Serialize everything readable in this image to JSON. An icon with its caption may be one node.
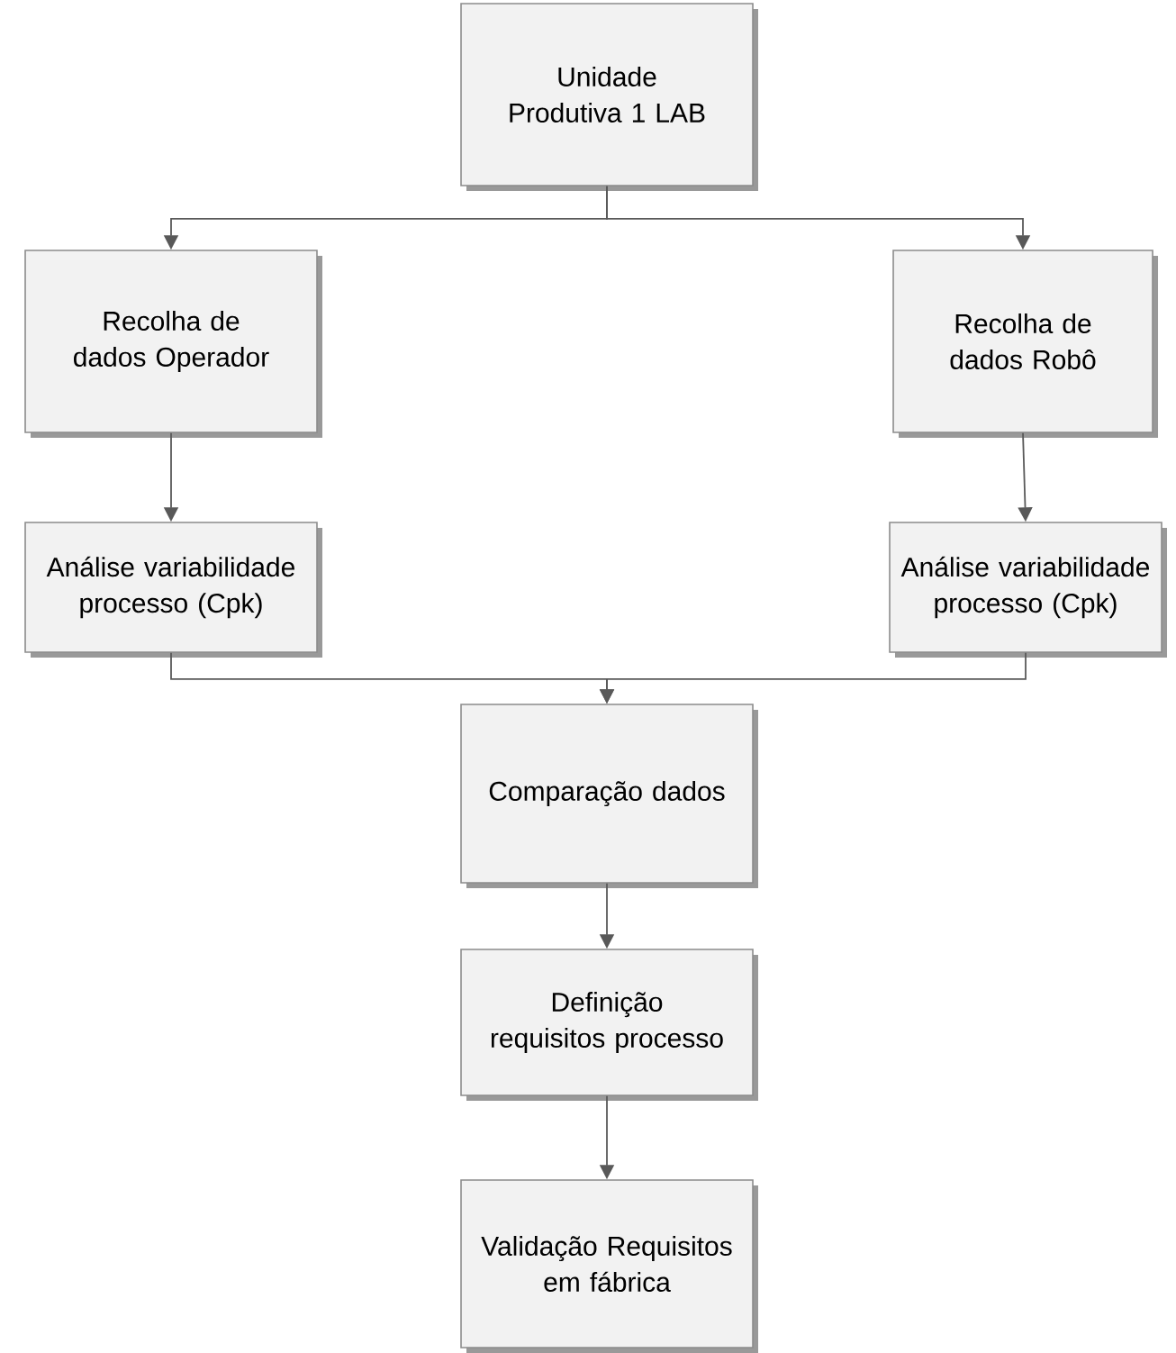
{
  "diagram": {
    "nodes": [
      {
        "text": [
          "Unidade Produtiva 1 LAB"
        ]
      },
      {
        "text": [
          "Recolha de dados Operador"
        ]
      },
      {
        "text": [
          "Recolha de dados Robô"
        ]
      },
      {
        "text": [
          "Análise variabilidade processo (Cpk)"
        ]
      },
      {
        "text": [
          "Análise variabilidade processo (Cpk)"
        ]
      },
      {
        "text": [
          "Comparação dados"
        ]
      },
      {
        "text": [
          "Definição requisitos processo"
        ]
      },
      {
        "text": [
          "Validação Requisitos em fábrica"
        ]
      }
    ],
    "edges": [
      {
        "from": 0,
        "to": 1,
        "arrow": "to"
      },
      {
        "from": 0,
        "to": 2,
        "arrow": "to"
      },
      {
        "from": 1,
        "to": 3,
        "arrow": "to"
      },
      {
        "from": 2,
        "to": 4,
        "arrow": "to"
      },
      {
        "from": 3,
        "to": 5,
        "arrow": "to"
      },
      {
        "from": 4,
        "to": 5,
        "arrow": "to"
      },
      {
        "from": 5,
        "to": 6,
        "arrow": "to"
      },
      {
        "from": 6,
        "to": 7,
        "arrow": "to"
      }
    ]
  }
}
